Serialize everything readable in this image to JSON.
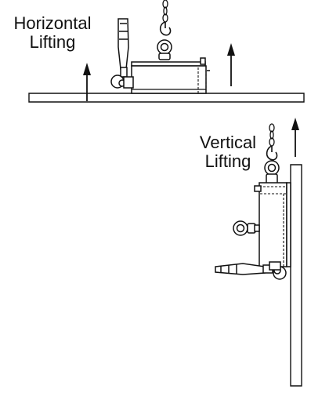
{
  "labels": {
    "horizontal_line1": "Horizontal",
    "horizontal_line2": "Lifting",
    "vertical_line1": "Vertical",
    "vertical_line2": "Lifting"
  },
  "colors": {
    "ink": "#111111",
    "background": "#ffffff"
  },
  "icons": [
    "up-arrow",
    "chain",
    "lifting-hook",
    "lifting-magnet",
    "handle-lever",
    "eye-ring"
  ]
}
